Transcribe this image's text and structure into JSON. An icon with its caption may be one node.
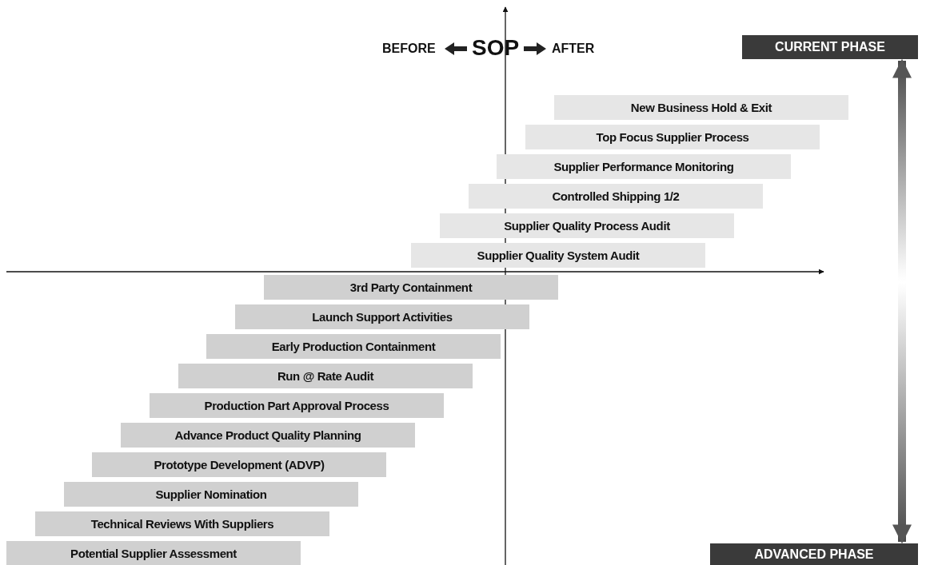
{
  "diagram": {
    "nodes": [
      {
        "text": [
          "CURRENT PHASE"
        ]
      },
      {
        "text": [
          "New Business Hold & Exit"
        ]
      },
      {
        "text": [
          "Top Focus Supplier Process"
        ]
      },
      {
        "text": [
          "Supplier Performance Monitoring"
        ]
      },
      {
        "text": [
          "Controlled Shipping 1/2"
        ]
      },
      {
        "text": [
          "Supplier Quality Process Audit"
        ]
      },
      {
        "text": [
          "Supplier Quality System Audit"
        ]
      },
      {
        "text": [
          "3rd Party Containment"
        ]
      },
      {
        "text": [
          "Launch Support Activities"
        ]
      },
      {
        "text": [
          "Early Production Containment"
        ]
      },
      {
        "text": [
          "Run @ Rate Audit"
        ]
      },
      {
        "text": [
          "Production Part Approval Process"
        ]
      },
      {
        "text": [
          "Advance Product Quality Planning"
        ]
      },
      {
        "text": [
          "Prototype Development (ADVP)"
        ]
      },
      {
        "text": [
          "Supplier Nomination"
        ]
      },
      {
        "text": [
          "Technical Reviews With Suppliers"
        ]
      },
      {
        "text": [
          "Potential Supplier Assessment"
        ]
      },
      {
        "text": [
          "ADVANCED PHASE"
        ]
      }
    ],
    "edges": [
      {
        "from": 0,
        "to": 17,
        "arrow": "both"
      }
    ],
    "labels": [
      "BEFORE",
      "SOP",
      "AFTER"
    ]
  }
}
